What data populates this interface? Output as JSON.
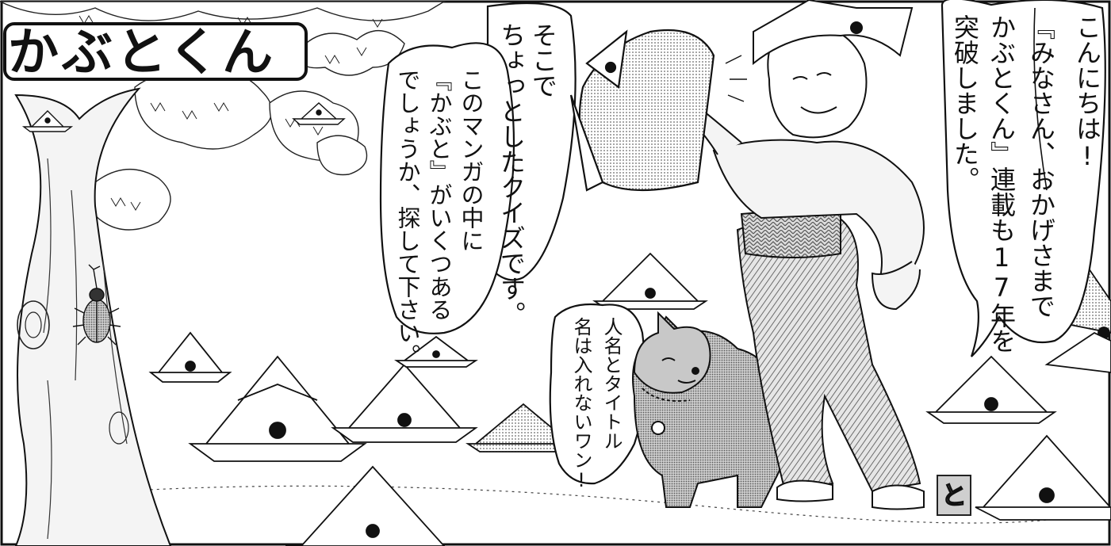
{
  "title": "かぶとくん",
  "speech": {
    "boy_right": [
      "こんにちは!",
      "『みなさん、おかげさまで",
      "かぶとくん』連載も17年を",
      "突破しました。"
    ],
    "boy_left": [
      "そこで",
      "ちょっとしたクイズです。"
    ],
    "quiz": [
      "このマンガの中に",
      "『かぶと』がいくつある",
      "でしょうか、探して下さい。"
    ],
    "dog": [
      "人名とタイトル",
      "名は入れないワン!"
    ]
  },
  "signature": "と",
  "colors": {
    "ink": "#111111",
    "paper": "#ffffff",
    "screentone": "#bdbdbd"
  }
}
